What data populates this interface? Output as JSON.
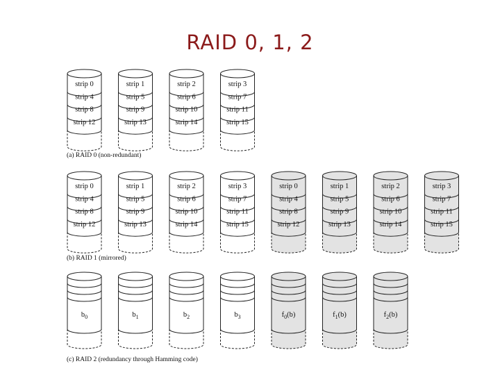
{
  "slide": {
    "title": "RAID 0, 1, 2"
  },
  "raid0": {
    "caption": "(a) RAID 0 (non-redundant)",
    "disks": [
      [
        "strip 0",
        "strip 4",
        "strip 8",
        "strip 12"
      ],
      [
        "strip 1",
        "strip 5",
        "strip 9",
        "strip 13"
      ],
      [
        "strip 2",
        "strip 6",
        "strip 10",
        "strip 14"
      ],
      [
        "strip 3",
        "strip 7",
        "strip 11",
        "strip 15"
      ]
    ]
  },
  "raid1": {
    "caption": "(b) RAID 1 (mirrored)",
    "disks": [
      [
        "strip 0",
        "strip 4",
        "strip 8",
        "strip 12"
      ],
      [
        "strip 1",
        "strip 5",
        "strip 9",
        "strip 13"
      ],
      [
        "strip 2",
        "strip 6",
        "strip 10",
        "strip 14"
      ],
      [
        "strip 3",
        "strip 7",
        "strip 11",
        "strip 15"
      ],
      [
        "strip 0",
        "strip 4",
        "strip 8",
        "strip 12"
      ],
      [
        "strip 1",
        "strip 5",
        "strip 9",
        "strip 13"
      ],
      [
        "strip 2",
        "strip 6",
        "strip 10",
        "strip 14"
      ],
      [
        "strip 3",
        "strip 7",
        "strip 11",
        "strip 15"
      ]
    ],
    "shaded_from": 4
  },
  "raid2": {
    "caption": "(c) RAID 2 (redundancy through Hamming code)",
    "disks": [
      {
        "base": "b",
        "sub": "0",
        "tail": ""
      },
      {
        "base": "b",
        "sub": "1",
        "tail": ""
      },
      {
        "base": "b",
        "sub": "2",
        "tail": ""
      },
      {
        "base": "b",
        "sub": "3",
        "tail": ""
      },
      {
        "base": "f",
        "sub": "0",
        "tail": "(b)"
      },
      {
        "base": "f",
        "sub": "1",
        "tail": "(b)"
      },
      {
        "base": "f",
        "sub": "2",
        "tail": "(b)"
      }
    ],
    "shaded_from": 4
  },
  "colors": {
    "title": "#8b1a1a",
    "shade": "#e3e3e3",
    "stroke": "#222222"
  }
}
